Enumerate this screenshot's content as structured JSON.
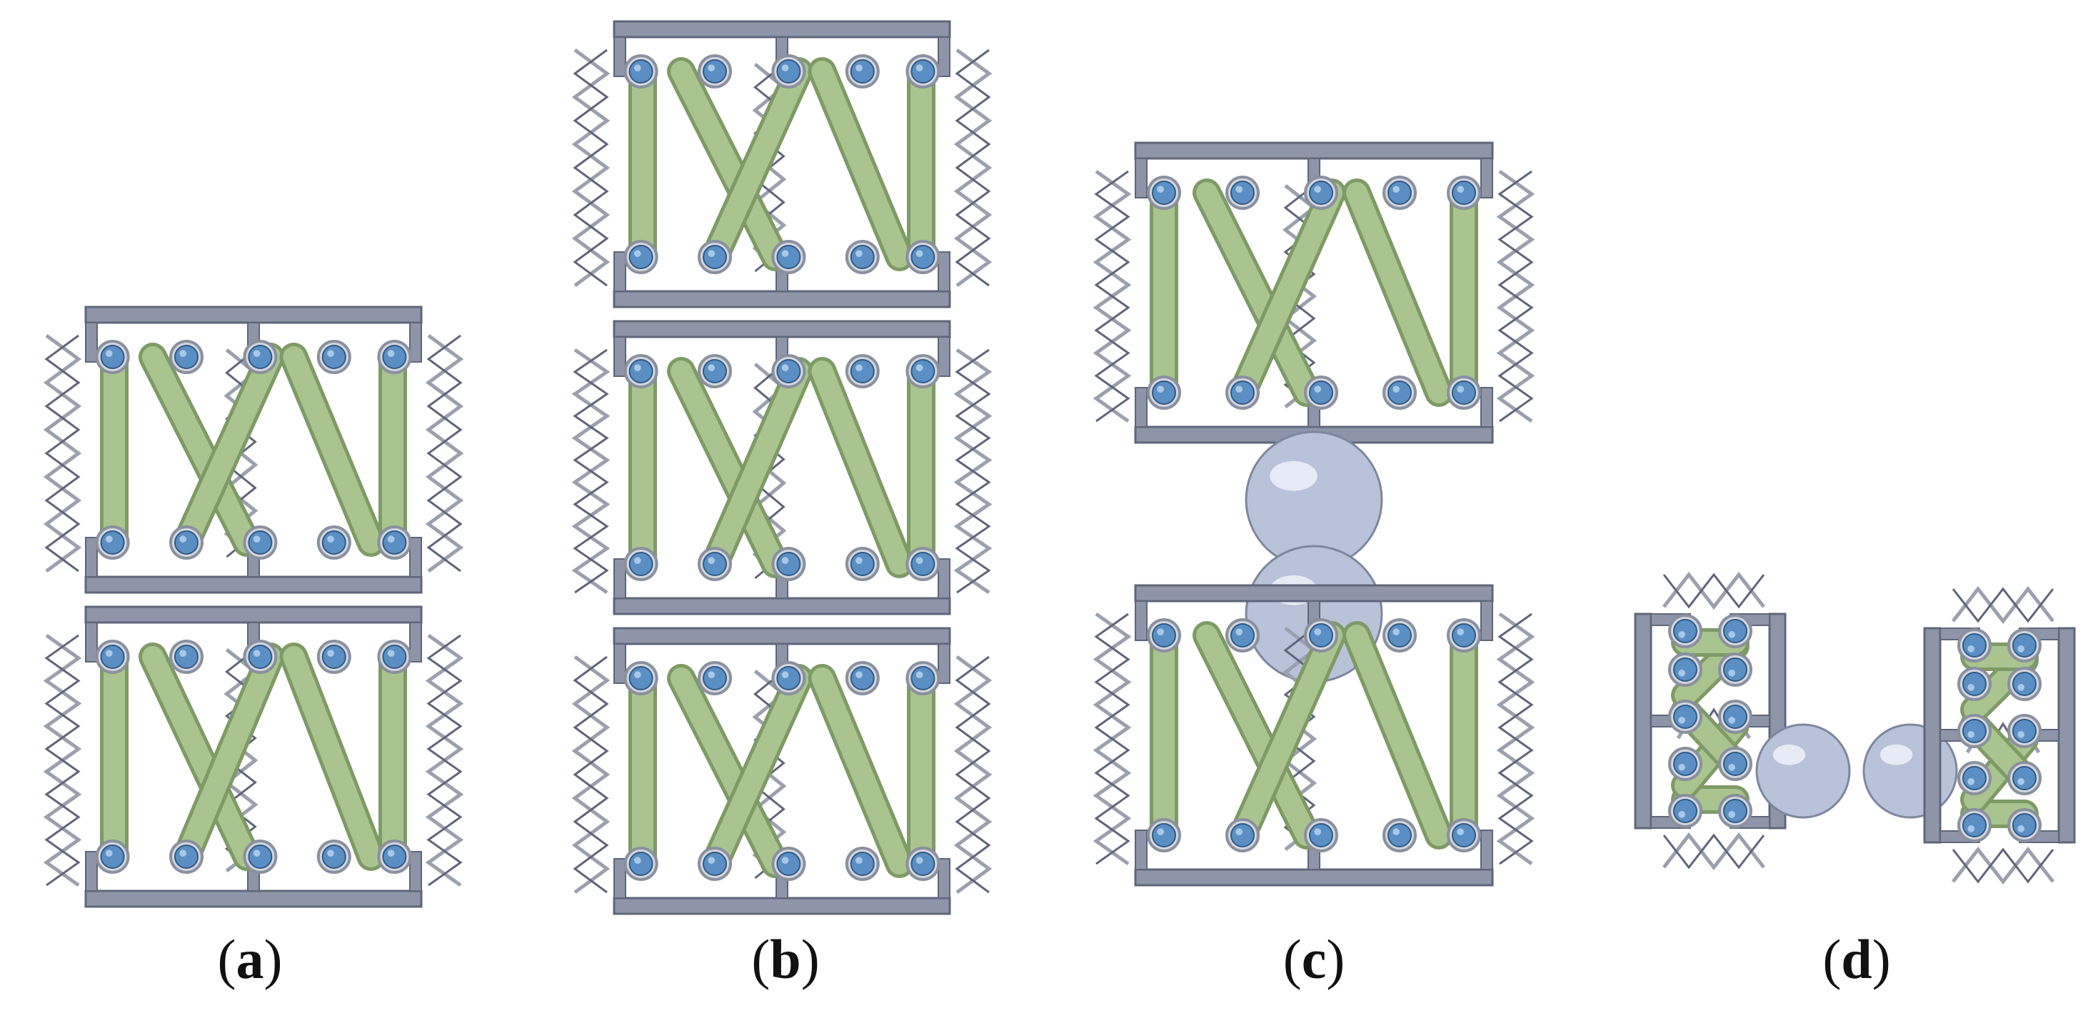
{
  "figure": {
    "panels": [
      {
        "id": "a",
        "letter": "a"
      },
      {
        "id": "b",
        "letter": "b"
      },
      {
        "id": "c",
        "letter": "c"
      },
      {
        "id": "d",
        "letter": "d"
      }
    ]
  },
  "colors": {
    "frame": "#8e95a8",
    "frame_dark": "#5f667a",
    "actuator": "#a9c48e",
    "actuator_dark": "#7e9a66",
    "joint": "#5b8fc4",
    "joint_rim": "#8a909e",
    "spring": "#9aa0ad",
    "sphere": "#b8c2d8"
  }
}
